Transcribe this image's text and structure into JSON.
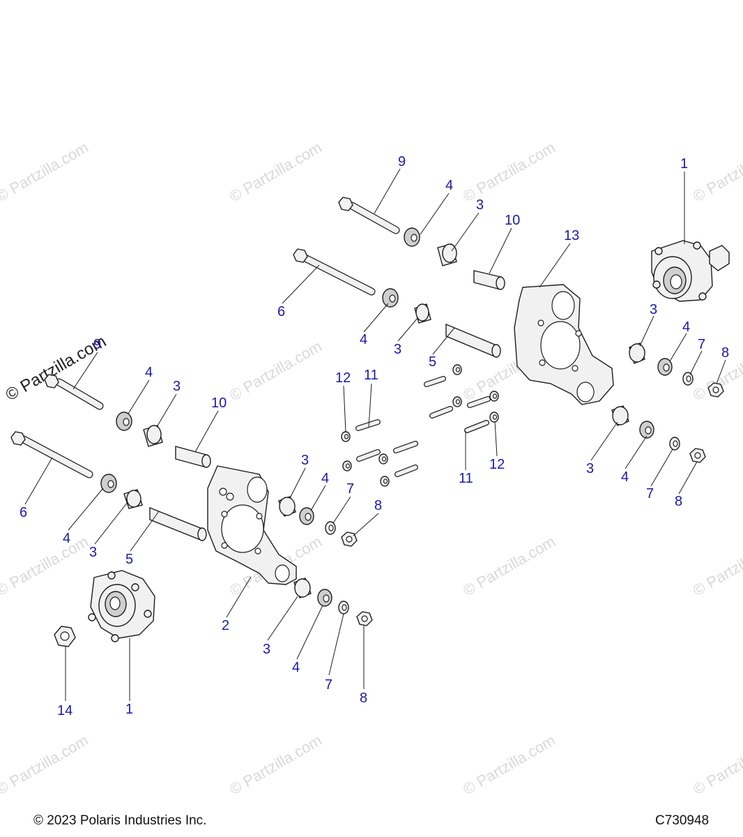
{
  "footer": {
    "copyright": "© 2023 Polaris Industries Inc.",
    "diagram_code": "C730948"
  },
  "watermark": {
    "text": "© Partzilla.com"
  },
  "callouts": {
    "c9a": "9",
    "c4a": "4",
    "c3a": "3",
    "c10a": "10",
    "c13": "13",
    "c1a": "1",
    "c6a": "6",
    "c4b": "4",
    "c3b": "3",
    "c5a": "5",
    "c3c": "3",
    "c4c": "4",
    "c7a": "7",
    "c8a": "8",
    "c12a": "12",
    "c11a": "11",
    "c3d": "3",
    "c4d": "4",
    "c7b": "7",
    "c8b": "8",
    "c11b": "11",
    "c12b": "12",
    "c9b": "9",
    "c4e": "4",
    "c3e": "3",
    "c10b": "10",
    "c6b": "6",
    "c4f": "4",
    "c3f": "3",
    "c5b": "5",
    "c3g": "3",
    "c4g": "4",
    "c7c": "7",
    "c8c": "8",
    "c2": "2",
    "c3h": "3",
    "c4h": "4",
    "c7d": "7",
    "c8d": "8",
    "c14": "14",
    "c1b": "1"
  },
  "colors": {
    "callout": "#1a1aa8",
    "line": "#1c1c1c"
  }
}
